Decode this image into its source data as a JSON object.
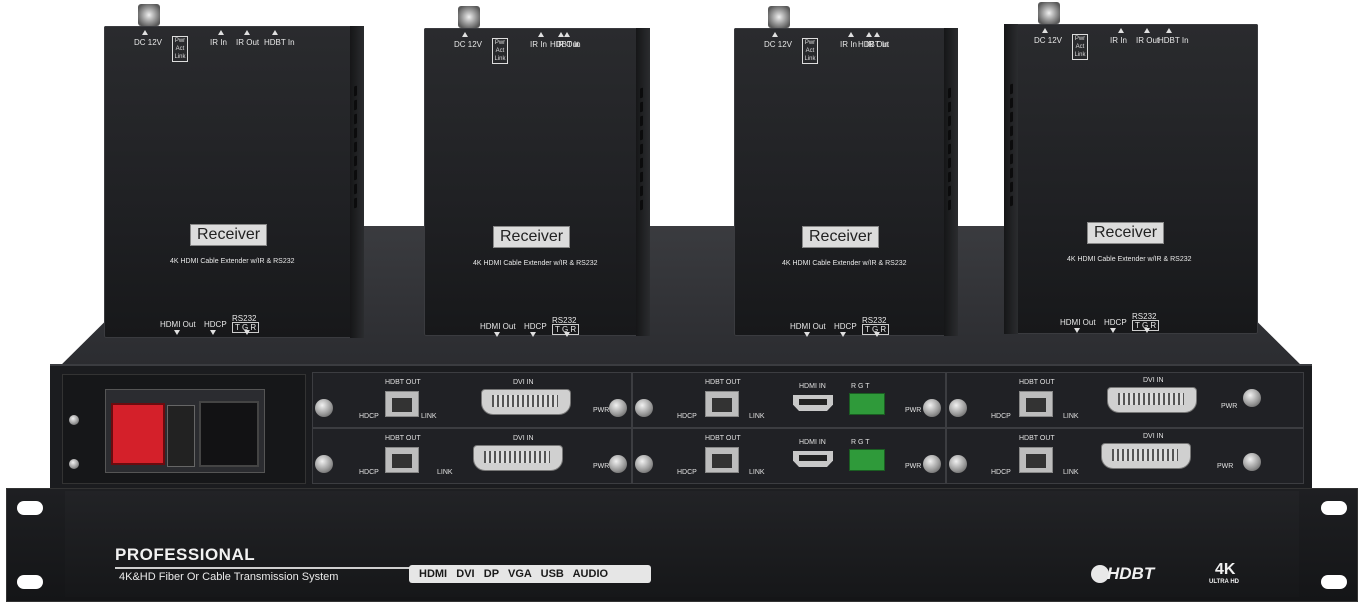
{
  "receivers": [
    {
      "top_labels": [
        "DC 12V",
        "IR In",
        "IR Out",
        "HDBT In"
      ],
      "led_labels": [
        "Pwr",
        "Act",
        "Link"
      ],
      "badge": "Receiver",
      "subtitle": "4K HDMI Cable Extender w/IR & RS232",
      "bottom_labels": [
        "HDMI Out",
        "HDCP",
        "RS232"
      ],
      "rs232_pins": "T G R"
    },
    {
      "top_labels": [
        "DC 12V",
        "IR In",
        "IR Out",
        "HDBT In"
      ],
      "led_labels": [
        "Pwr",
        "Act",
        "Link"
      ],
      "badge": "Receiver",
      "subtitle": "4K HDMI Cable Extender w/IR & RS232",
      "bottom_labels": [
        "HDMI Out",
        "HDCP",
        "RS232"
      ],
      "rs232_pins": "T G R"
    },
    {
      "top_labels": [
        "DC 12V",
        "IR In",
        "IR Out",
        "HDBT In"
      ],
      "led_labels": [
        "Pwr",
        "Act",
        "Link"
      ],
      "badge": "Receiver",
      "subtitle": "4K HDMI Cable Extender w/IR & RS232",
      "bottom_labels": [
        "HDMI Out",
        "HDCP",
        "RS232"
      ],
      "rs232_pins": "T G R"
    },
    {
      "top_labels": [
        "DC 12V",
        "IR In",
        "IR Out",
        "HDBT In"
      ],
      "led_labels": [
        "Pwr",
        "Act",
        "Link"
      ],
      "badge": "Receiver",
      "subtitle": "4K HDMI Cable Extender w/IR & RS232",
      "bottom_labels": [
        "HDMI Out",
        "HDCP",
        "RS232"
      ],
      "rs232_pins": "T G R"
    }
  ],
  "cards": {
    "hdbt_out": "HDBT OUT",
    "hdcp": "HDCP",
    "link": "LINK",
    "pwr": "PWR",
    "dvi_in": "DVI IN",
    "hdmi_in": "HDMI IN",
    "rgt": "R  G  T"
  },
  "rack": {
    "title": "PROFESSIONAL",
    "subtitle": "4K&HD Fiber Or Cable Transmission System",
    "formats": "HDMI   DVI   DP   VGA   USB   AUDIO",
    "brand": "HDBT",
    "badge_main": "4K",
    "badge_sub": "ULTRA HD"
  },
  "colors": {
    "power_switch": "#d4202a",
    "terminal_block": "#2f9a3a",
    "chassis": "#1b1c1f"
  }
}
